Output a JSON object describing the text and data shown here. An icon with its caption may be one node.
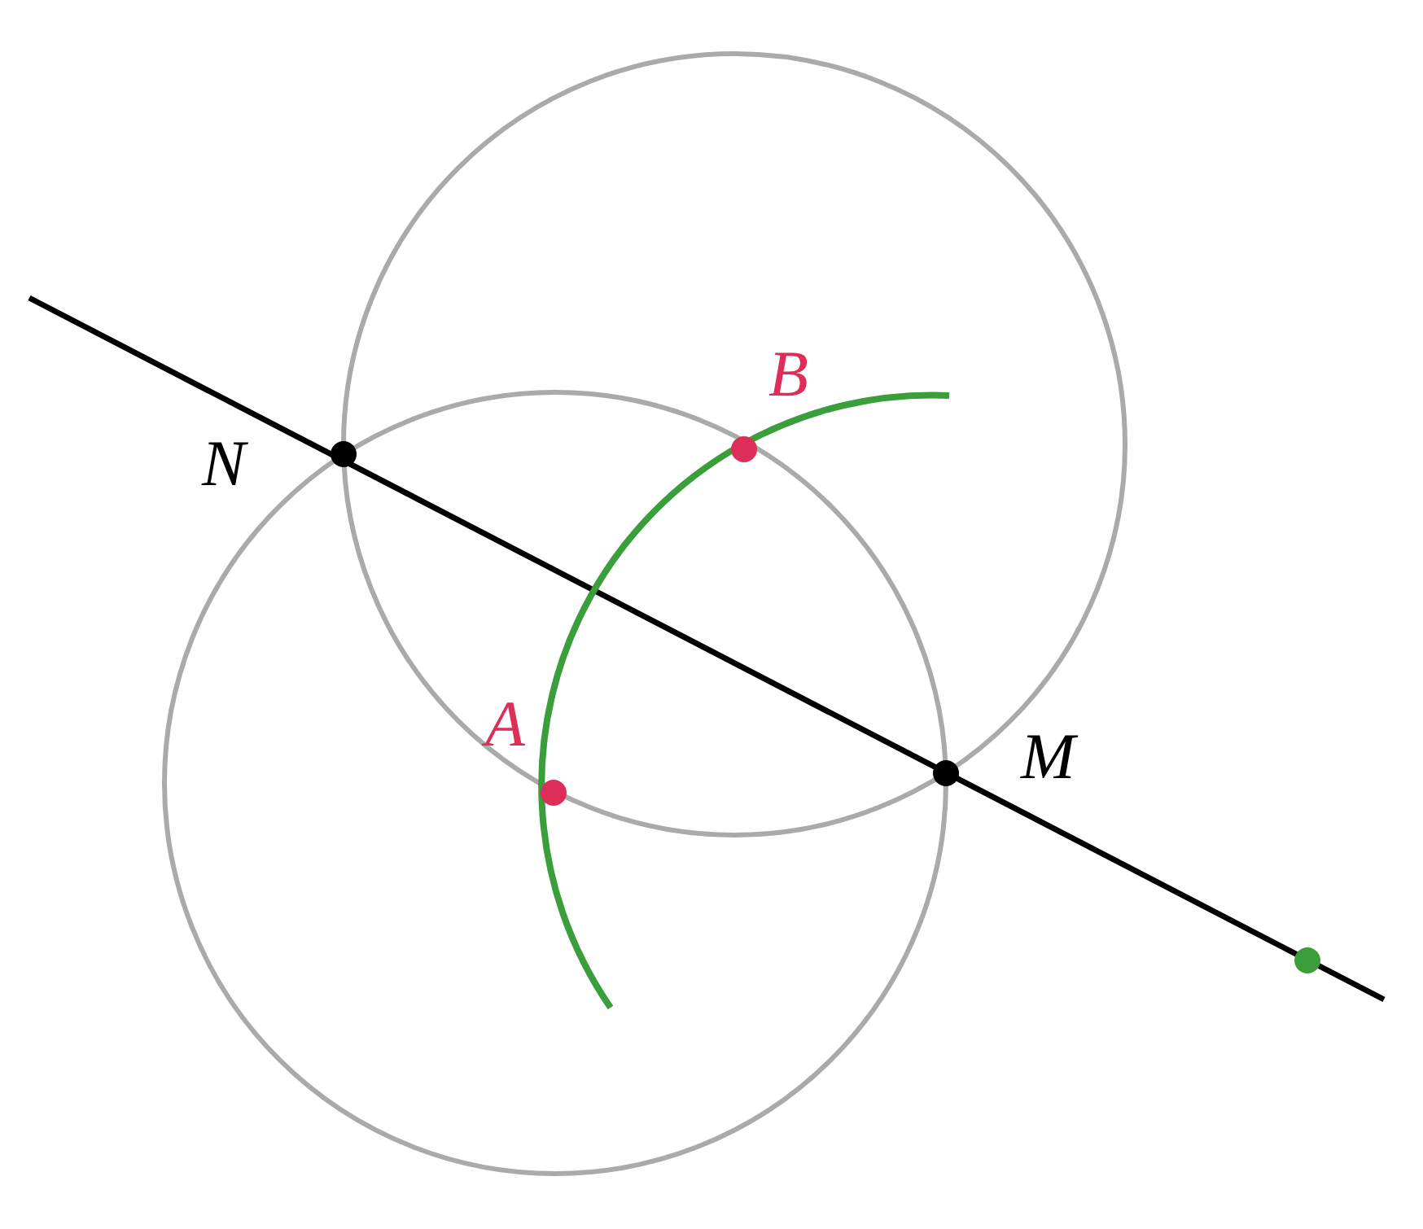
{
  "diagram": {
    "labels": [
      "B",
      "N",
      "A",
      "M"
    ]
  }
}
